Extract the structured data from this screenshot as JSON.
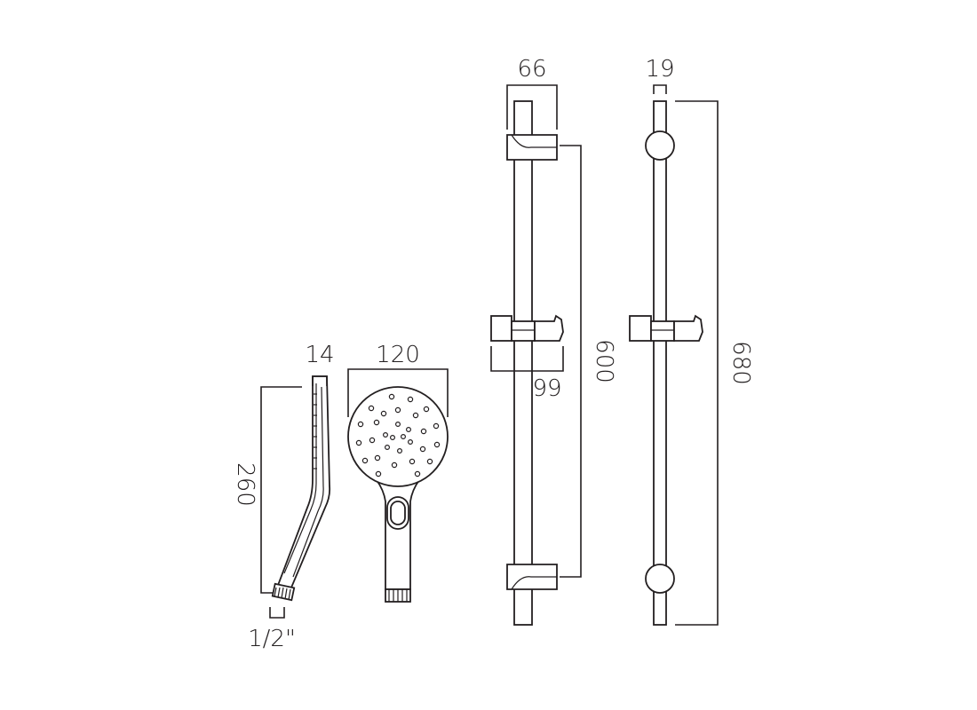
{
  "dimensions": {
    "handset_depth": "14",
    "handset_width": "120",
    "handset_length": "260",
    "thread_size": "1/2\"",
    "bracket_width": "66",
    "holder_projection": "99",
    "bracket_centres": "600",
    "rail_diameter": "19",
    "rail_overall_length": "680"
  },
  "colors": {
    "line": "#231f20",
    "background": "#ffffff"
  }
}
